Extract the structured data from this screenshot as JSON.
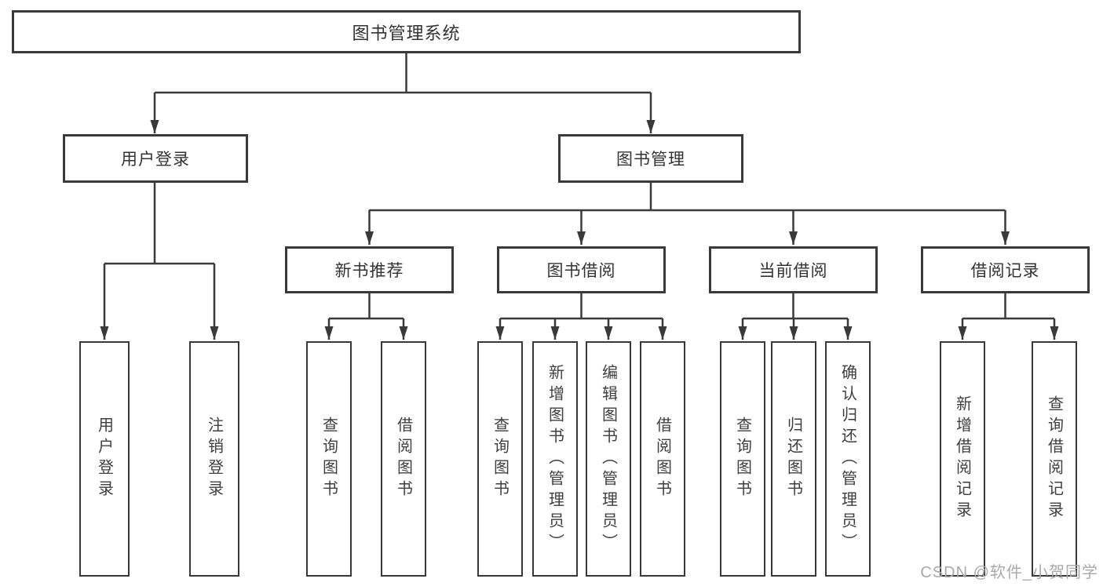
{
  "diagram": {
    "root": "图书管理系统",
    "level2": {
      "user_login": "用户登录",
      "book_management": "图书管理"
    },
    "level3": {
      "new_books": "新书推荐",
      "book_borrow": "图书借阅",
      "current_borrow": "当前借阅",
      "borrow_records": "借阅记录"
    },
    "leaves": {
      "user_login": [
        "用户登录",
        "注销登录"
      ],
      "new_books": [
        "查询图书",
        "借阅图书"
      ],
      "book_borrow": [
        "查询图书",
        "新增图书（管理员）",
        "编辑图书（管理员）",
        "借阅图书"
      ],
      "current_borrow": [
        "查询图书",
        "归还图书",
        "确认归还（管理员）"
      ],
      "borrow_records": [
        "新增借阅记录",
        "查询借阅记录"
      ]
    }
  },
  "watermark": "CSDN @软件_小贺同学",
  "colors": {
    "line": "#3a3a3a",
    "text": "#333333",
    "node_background": "#ffffff",
    "watermark": "#a9a9a9",
    "background": "#ffffff"
  }
}
